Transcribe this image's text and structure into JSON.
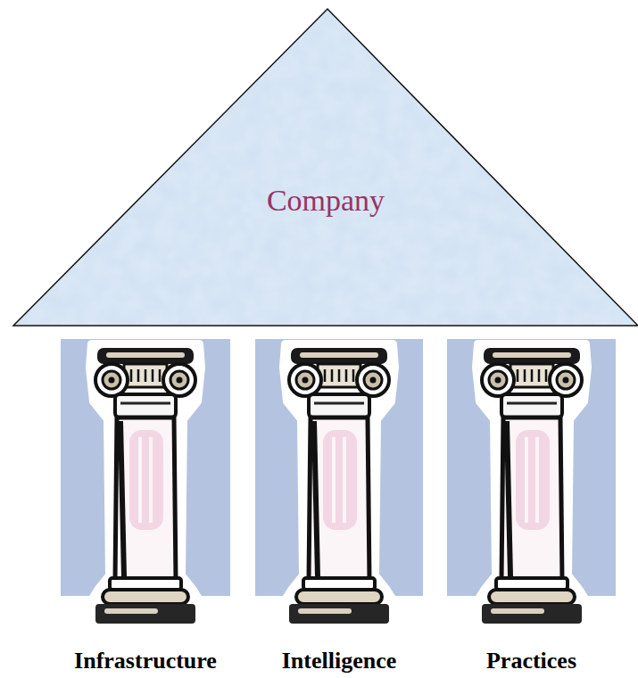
{
  "diagram": {
    "nodes": [
      {
        "text": [
          "Company"
        ]
      },
      {
        "text": [
          "Infrastructure"
        ]
      },
      {
        "text": [
          "Intelligence"
        ]
      },
      {
        "text": [
          "Practices"
        ]
      }
    ]
  }
}
